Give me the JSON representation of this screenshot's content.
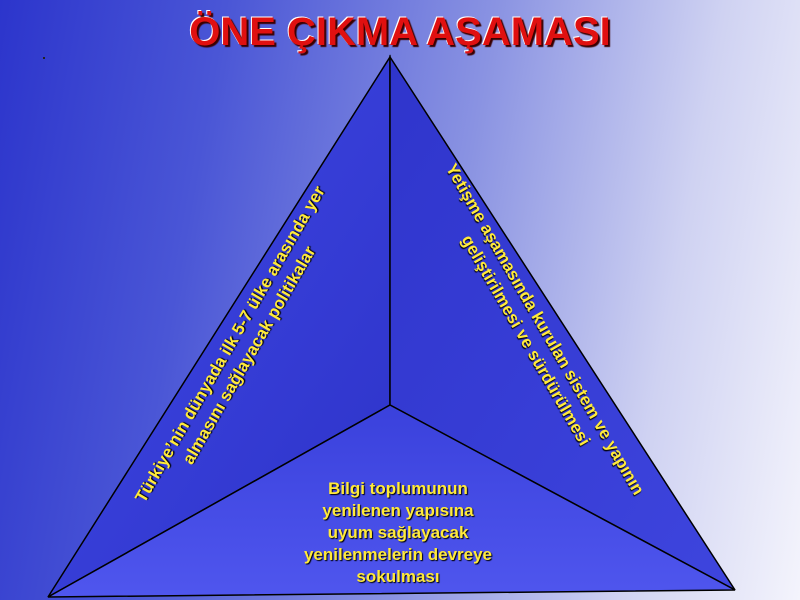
{
  "slide": {
    "title": "ÖNE ÇIKMA AŞAMASI",
    "left_face": {
      "lines": [
        "Türkiye’nin dünyada ilk 5-7 ülke arasında yer",
        "alması​nı sağlayacak politikalar"
      ]
    },
    "right_face": {
      "lines": [
        "Yetişme aşamasında kurulan sistem ve yapının",
        "geliştirilmesi ve sürdürülmesi"
      ]
    },
    "bottom_face": {
      "lines": [
        "Bilgi toplumunun",
        "yenilenen yapısına",
        "uyum sağlayacak",
        "yenilenmelerin devreye",
        "sokulması"
      ]
    }
  },
  "colors": {
    "title": "#e01010",
    "face_text": "#ffea3a",
    "face_left": "#3a40e0",
    "face_right": "#3238d8",
    "face_bottom": "#454ce8"
  }
}
